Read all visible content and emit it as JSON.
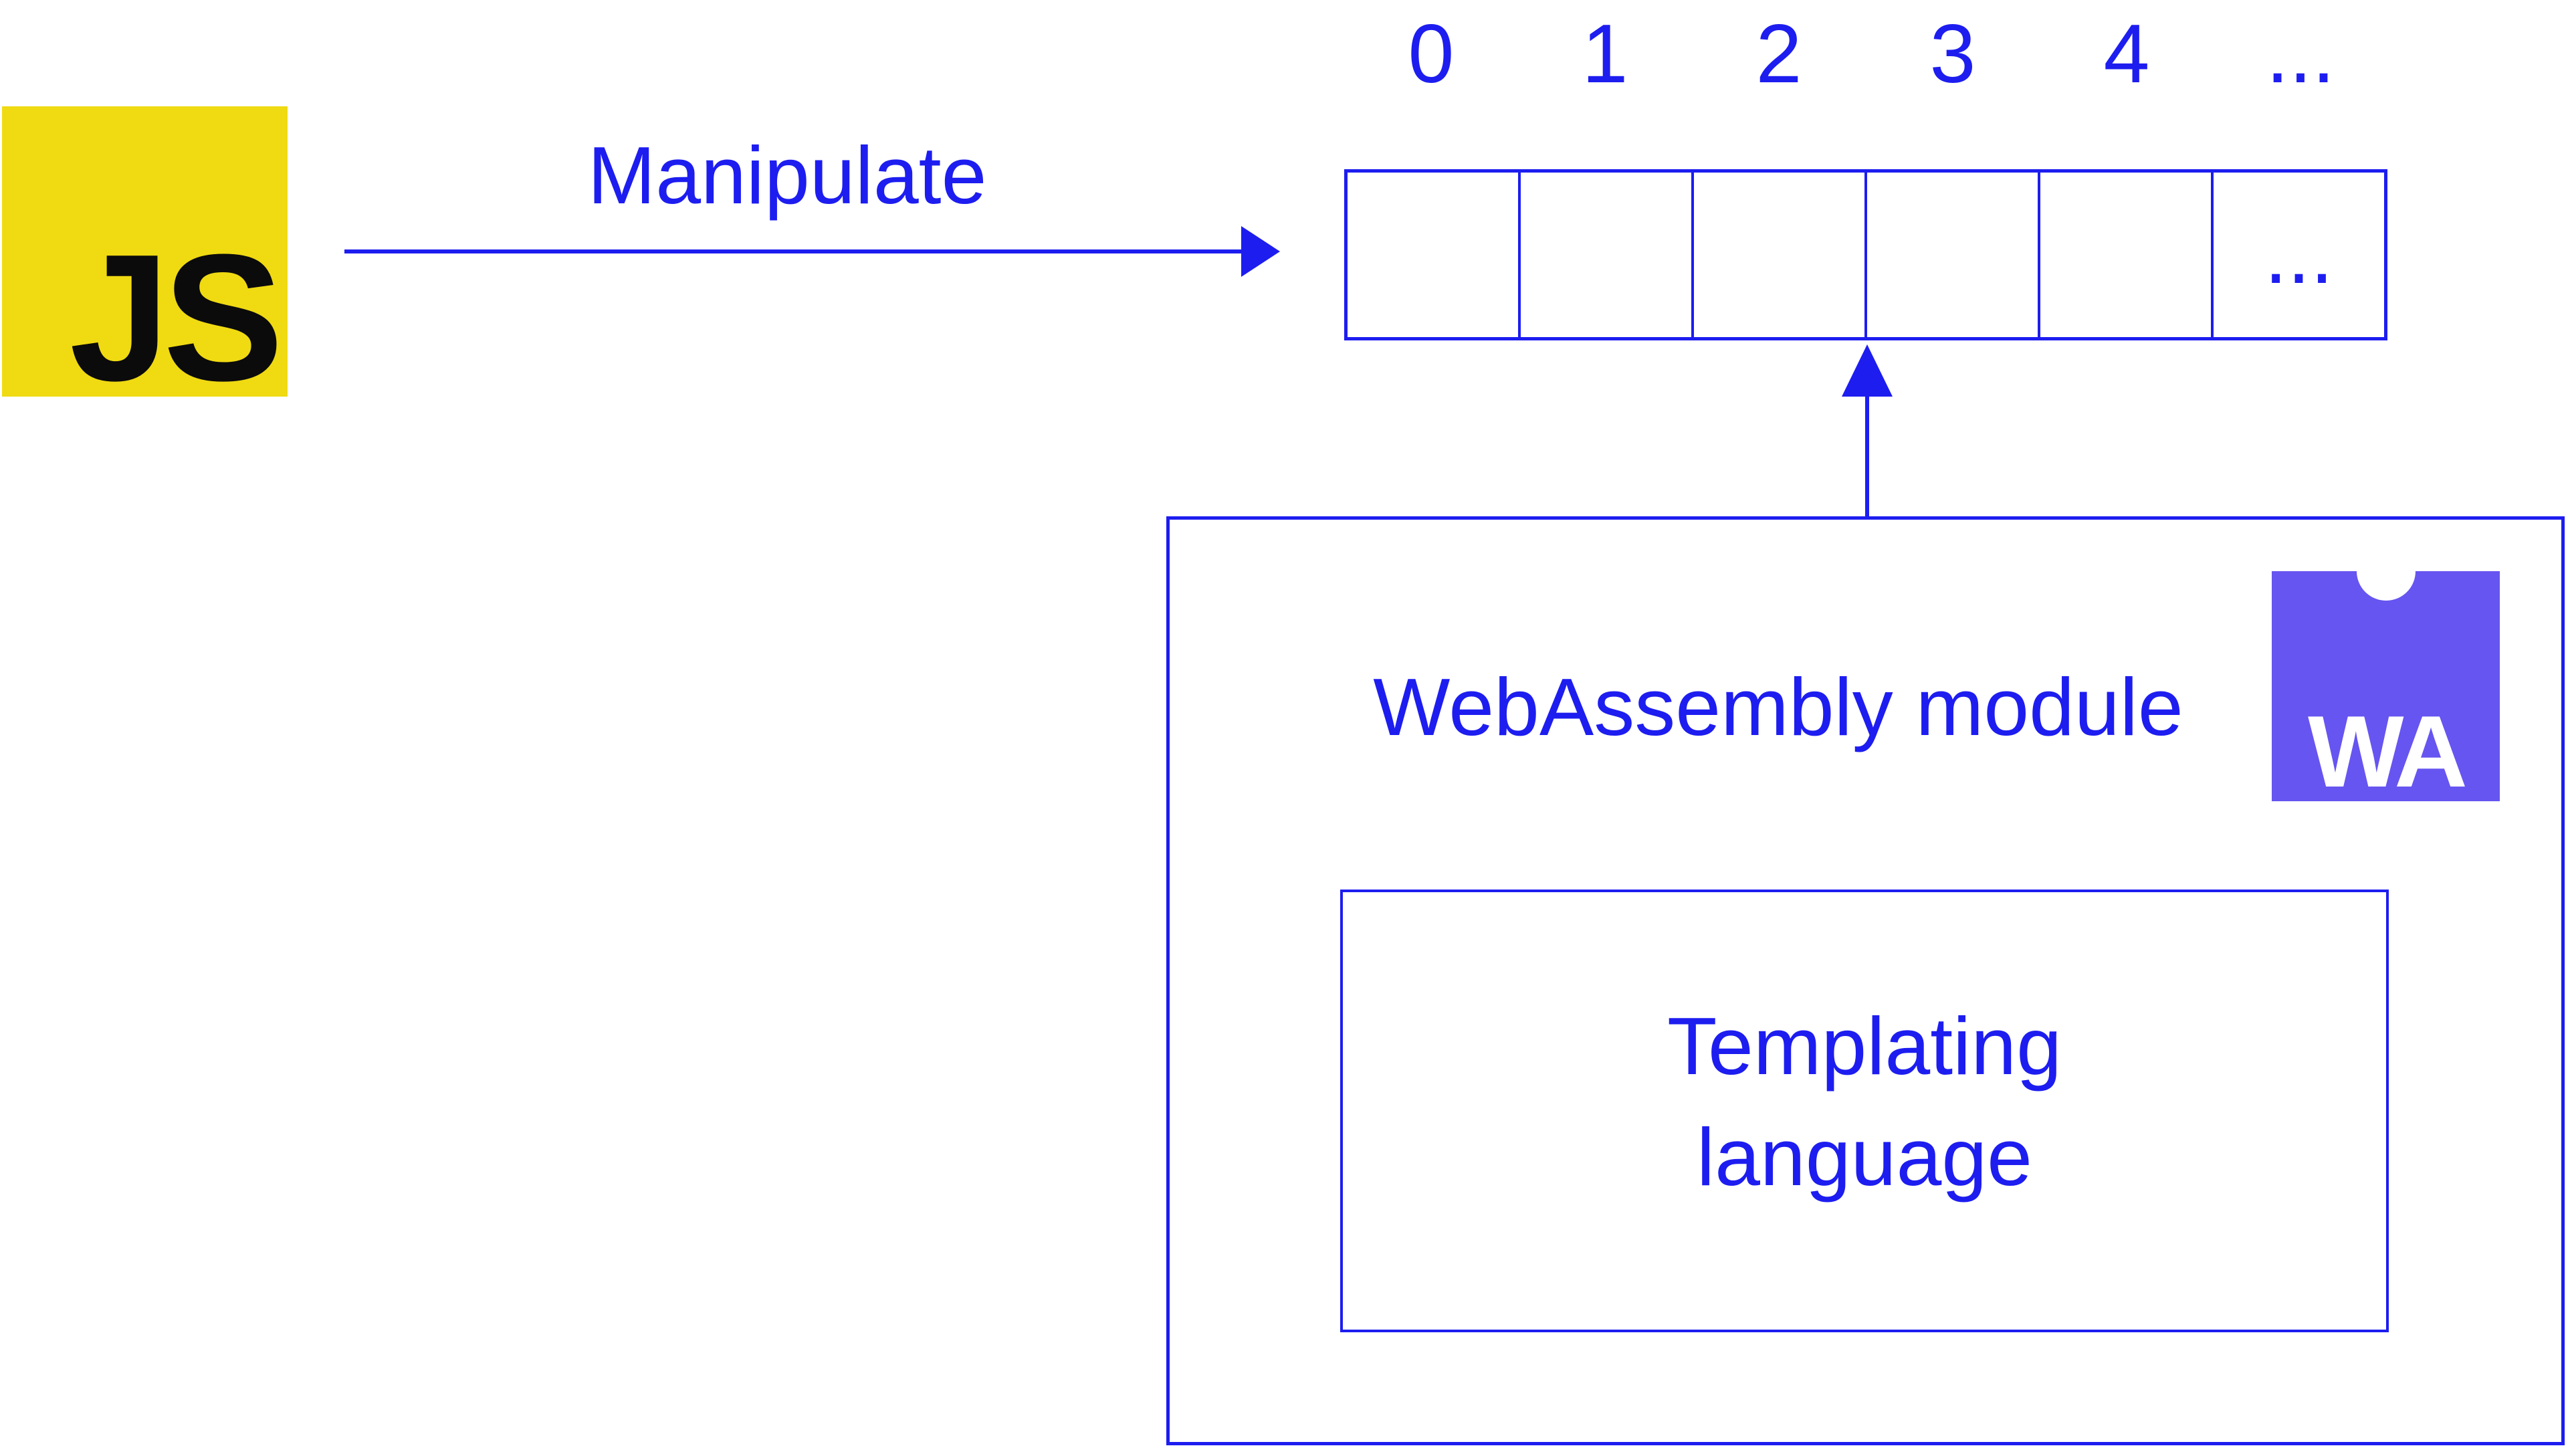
{
  "colors": {
    "line_blue": "#1D1DF0",
    "js_yellow": "#F0DA12",
    "js_text": "#0B0B0B",
    "wa_purple": "#6655F0",
    "wa_text": "#FFFFFF",
    "background": "#FFFFFF"
  },
  "js_logo": {
    "label": "JS"
  },
  "flow": {
    "manipulate_label": "Manipulate"
  },
  "memory_array": {
    "indices": [
      "0",
      "1",
      "2",
      "3",
      "4",
      "..."
    ],
    "cells": [
      "",
      "",
      "",
      "",
      "",
      "..."
    ],
    "cell_count": 6
  },
  "wasm_module": {
    "title": "WebAssembly module",
    "badge_text": "WA",
    "templating_box": {
      "lines": [
        "Templating",
        "language"
      ]
    }
  }
}
